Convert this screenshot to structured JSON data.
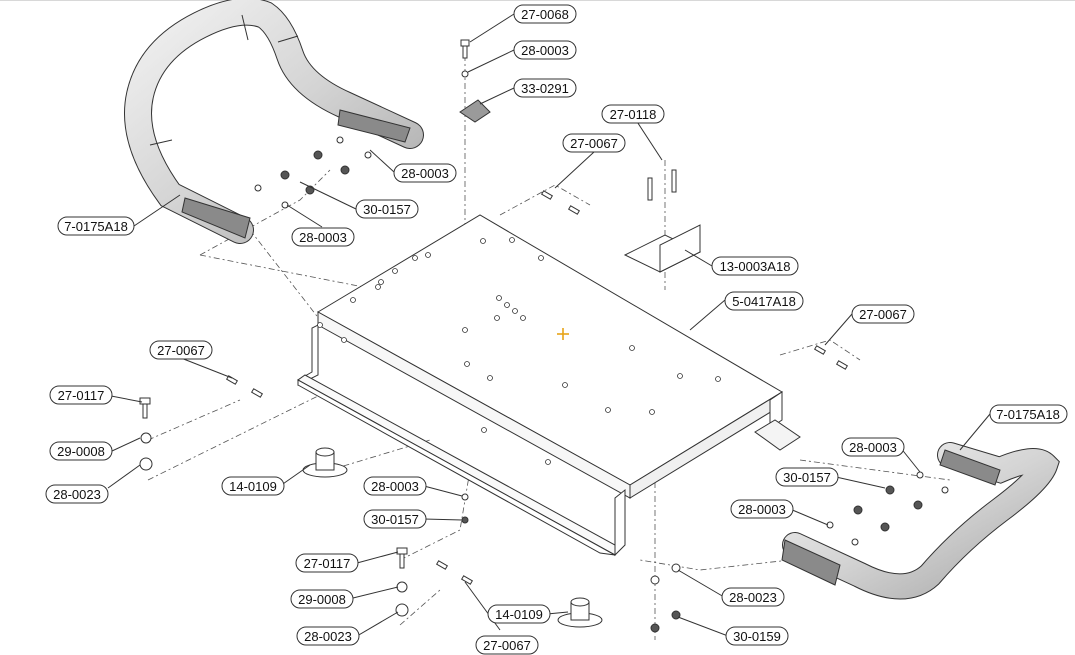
{
  "callouts": [
    {
      "id": "c1",
      "text": "27-0068"
    },
    {
      "id": "c2",
      "text": "28-0003"
    },
    {
      "id": "c3",
      "text": "33-0291"
    },
    {
      "id": "c4",
      "text": "27-0118"
    },
    {
      "id": "c5",
      "text": "27-0067"
    },
    {
      "id": "c6",
      "text": "28-0003"
    },
    {
      "id": "c7",
      "text": "30-0157"
    },
    {
      "id": "c8",
      "text": "28-0003"
    },
    {
      "id": "c9",
      "text": "7-0175A18"
    },
    {
      "id": "c10",
      "text": "13-0003A18"
    },
    {
      "id": "c11",
      "text": "5-0417A18"
    },
    {
      "id": "c12",
      "text": "27-0067"
    },
    {
      "id": "c13",
      "text": "7-0175A18"
    },
    {
      "id": "c14",
      "text": "27-0067"
    },
    {
      "id": "c15",
      "text": "27-0117"
    },
    {
      "id": "c16",
      "text": "29-0008"
    },
    {
      "id": "c17",
      "text": "28-0023"
    },
    {
      "id": "c18",
      "text": "14-0109"
    },
    {
      "id": "c19",
      "text": "28-0003"
    },
    {
      "id": "c20",
      "text": "30-0157"
    },
    {
      "id": "c21",
      "text": "28-0003"
    },
    {
      "id": "c22",
      "text": "30-0157"
    },
    {
      "id": "c23",
      "text": "28-0003"
    },
    {
      "id": "c24",
      "text": "27-0117"
    },
    {
      "id": "c25",
      "text": "29-0008"
    },
    {
      "id": "c26",
      "text": "28-0023"
    },
    {
      "id": "c27",
      "text": "14-0109"
    },
    {
      "id": "c28",
      "text": "27-0067"
    },
    {
      "id": "c29",
      "text": "28-0023"
    },
    {
      "id": "c30",
      "text": "30-0159"
    }
  ],
  "colors": {
    "ink": "#333333",
    "paper": "#ffffff",
    "tube_light": "#e6e6e6",
    "tube_dark": "#9a9a9a",
    "cursor": "#e8a317"
  },
  "icons": {
    "center_marker": "crosshair-icon"
  }
}
